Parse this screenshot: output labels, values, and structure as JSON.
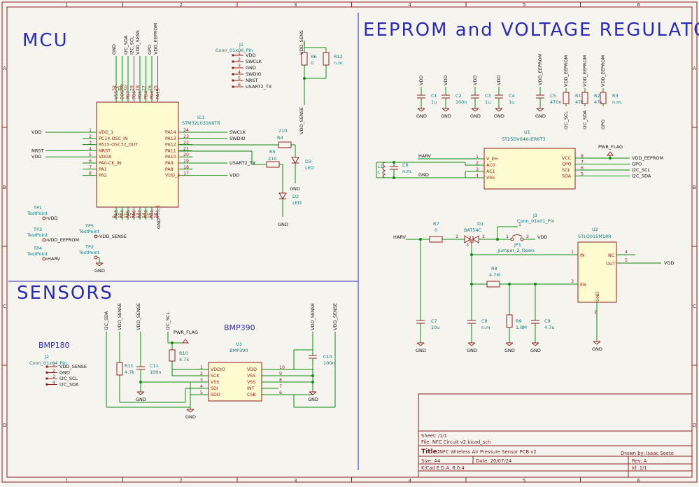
{
  "grid": {
    "columns": [
      "1",
      "2",
      "3",
      "4",
      "5",
      "6"
    ],
    "rows": [
      "A",
      "B",
      "C",
      "D"
    ]
  },
  "sections": {
    "mcu": "MCU",
    "eeprom": "EEPROM and VOLTAGE REGULATOR",
    "sensors": "SENSORS"
  },
  "mcu": {
    "ref": "IC1",
    "value": "STM32L031K6T6",
    "top_pins": [
      {
        "num": "32",
        "name": "VSS_2",
        "net": "GND"
      },
      {
        "num": "31",
        "name": "BOOT0",
        "net": ""
      },
      {
        "num": "30",
        "name": "PB7",
        "net": "I2C_SDA"
      },
      {
        "num": "29",
        "name": "PB6",
        "net": "I2C_SCL"
      },
      {
        "num": "28",
        "name": "PB5",
        "net": "VDD_SENS"
      },
      {
        "num": "27",
        "name": "PB4",
        "net": ""
      },
      {
        "num": "26",
        "name": "PB3",
        "net": "GPO"
      },
      {
        "num": "25",
        "name": "PA15",
        "net": "VDD_EEPROM"
      }
    ],
    "left_pins": [
      {
        "num": "1",
        "name": "VDD_1",
        "net": "VDD"
      },
      {
        "num": "2",
        "name": "PC14-OSC_IN",
        "net": ""
      },
      {
        "num": "3",
        "name": "PA15-OSC32_OUT",
        "net": ""
      },
      {
        "num": "4",
        "name": "NRST",
        "net": "NRST"
      },
      {
        "num": "5",
        "name": "VDDA",
        "net": "VDD"
      },
      {
        "num": "6",
        "name": "PA0-CK_IN",
        "net": ""
      },
      {
        "num": "7",
        "name": "PA1",
        "net": ""
      },
      {
        "num": "8",
        "name": "PA2",
        "net": ""
      }
    ],
    "right_pins": [
      {
        "num": "24",
        "name": "PA14",
        "net": "SWCLK"
      },
      {
        "num": "23",
        "name": "PA13",
        "net": "SWDIO"
      },
      {
        "num": "22",
        "name": "PA12",
        "net": ""
      },
      {
        "num": "21",
        "name": "PA11",
        "net": ""
      },
      {
        "num": "20",
        "name": "PA10",
        "net": ""
      },
      {
        "num": "19",
        "name": "PA9",
        "net": "USART2_TX"
      },
      {
        "num": "18",
        "name": "PA8",
        "net": ""
      },
      {
        "num": "17",
        "name": "VDD_2",
        "net": "VDD"
      }
    ],
    "bottom_pins": [
      {
        "num": "9",
        "name": "PA3"
      },
      {
        "num": "10",
        "name": "PA4"
      },
      {
        "num": "11",
        "name": "PA5"
      },
      {
        "num": "12",
        "name": "PA6"
      },
      {
        "num": "13",
        "name": "PA7"
      },
      {
        "num": "14",
        "name": "PB0"
      },
      {
        "num": "15",
        "name": "PB1"
      },
      {
        "num": "16",
        "name": "VSS_1"
      }
    ],
    "bottom_net": "GND"
  },
  "j1": {
    "ref": "J1",
    "value": "Conn_01x06_Pin",
    "pins": [
      {
        "num": "1",
        "net": "VDD"
      },
      {
        "num": "2",
        "net": "SWCLK"
      },
      {
        "num": "3",
        "net": "GND"
      },
      {
        "num": "4",
        "net": "SWDIO"
      },
      {
        "num": "5",
        "net": "NRST"
      },
      {
        "num": "6",
        "net": "USART2_TX"
      }
    ]
  },
  "vddsens_bridge": {
    "net_top": "VDD_SENS",
    "net_bottom": "VDD_SENSE",
    "r6": {
      "ref": "R6",
      "value": "0"
    },
    "r12": {
      "ref": "R12",
      "value": "n.m."
    }
  },
  "leds": {
    "r4": {
      "ref": "R4",
      "value": "210"
    },
    "r5": {
      "ref": "R5",
      "value": "210"
    },
    "d3": {
      "ref": "D3",
      "value": "LED"
    },
    "d2": {
      "ref": "D2",
      "value": "LED"
    },
    "gnd": "GND"
  },
  "testpoints": [
    {
      "ref": "TP1",
      "value": "TestPoint",
      "net": "VDD"
    },
    {
      "ref": "TP3",
      "value": "TestPoint",
      "net": "VDD_EEPROM"
    },
    {
      "ref": "TP4",
      "value": "TestPoint",
      "net": "HARV"
    },
    {
      "ref": "TP5",
      "value": "TestPoint",
      "net": "VDD_SENSE"
    },
    {
      "ref": "TP2",
      "value": "TestPoint",
      "net": "GND"
    }
  ],
  "decoupling": [
    {
      "net": "VDD",
      "ref": "C1",
      "value": "1u"
    },
    {
      "net": "VDD",
      "ref": "C2",
      "value": "100n"
    },
    {
      "net": "VDD",
      "ref": "C3",
      "value": "1u"
    },
    {
      "net": "VDD",
      "ref": "C4",
      "value": "1u"
    },
    {
      "net": "VDD_EEPROM",
      "ref": "C5",
      "value": "470n"
    }
  ],
  "pullups": [
    {
      "net": "VDD_EEPROM",
      "ref": "R1",
      "value": "47k",
      "bottom": "I2C_SCL"
    },
    {
      "net": "VDD_EEPROM",
      "ref": "R2",
      "value": "47k",
      "bottom": "I2C_SDA"
    },
    {
      "net": "VDD_EEPROM",
      "ref": "R3",
      "value": "n.m.",
      "bottom": "GPO"
    }
  ],
  "gnd": "GND",
  "u1": {
    "ref": "U1",
    "value": "ST25DV64K-IER6T3",
    "left": [
      {
        "num": "1",
        "name": "V_EH",
        "net": "HARV"
      },
      {
        "num": "2",
        "name": "AC0",
        "net": ""
      },
      {
        "num": "3",
        "name": "AC1",
        "net": ""
      },
      {
        "num": "4",
        "name": "VSS",
        "net": "GND"
      }
    ],
    "right": [
      {
        "num": "8",
        "name": "VCC",
        "net": "VDD_EEPROM"
      },
      {
        "num": "7",
        "name": "GPO",
        "net": "GPO"
      },
      {
        "num": "6",
        "name": "SCL",
        "net": "I2C_SCL"
      },
      {
        "num": "5",
        "name": "SDA",
        "net": "I2C_SDA"
      }
    ],
    "l1": {
      "ref": "L1",
      "value": "L"
    },
    "c6": {
      "ref": "C6",
      "value": "n.m."
    },
    "pwr_flag": "PWR_FLAG"
  },
  "regulator": {
    "harv": "HARV",
    "r7": {
      "ref": "R7",
      "value": "0"
    },
    "d1": {
      "ref": "D1",
      "value": "BAT54C",
      "pins": [
        "1",
        "3",
        "2"
      ]
    },
    "j3": {
      "ref": "J3",
      "value": "Conn_01x01_Pin",
      "pin": "1"
    },
    "jp1": {
      "ref": "JP1",
      "value": "Jumper_2_Open",
      "pins": [
        "1",
        "2"
      ]
    },
    "vdd": "VDD",
    "r8": {
      "ref": "R8",
      "value": "4.7M"
    },
    "r9": {
      "ref": "R9",
      "value": "1.8M"
    },
    "c7": {
      "ref": "C7",
      "value": "10u"
    },
    "c8": {
      "ref": "C8",
      "value": "n.m"
    },
    "c9": {
      "ref": "C9",
      "value": "4.7u"
    },
    "u2": {
      "ref": "U2",
      "value": "STLQ015M18R",
      "pins": [
        {
          "num": "1",
          "name": "IN"
        },
        {
          "num": "3",
          "name": "EN"
        },
        {
          "num": "4",
          "name": "NC"
        },
        {
          "num": "5",
          "name": "OUT"
        },
        {
          "num": "2",
          "name": "GND"
        }
      ]
    },
    "out_net": "VDD"
  },
  "bmp180": {
    "title": "BMP180",
    "ref": "J2",
    "value": "Conn_01x04_Pin",
    "pins": [
      {
        "num": "1",
        "net": "VDD_SENSE"
      },
      {
        "num": "2",
        "net": "GND"
      },
      {
        "num": "3",
        "net": "I2C_SCL"
      },
      {
        "num": "4",
        "net": "I2C_SDA"
      }
    ]
  },
  "bmp390": {
    "title": "BMP390",
    "ref": "U3",
    "value": "BMP390",
    "left": [
      {
        "num": "1",
        "name": "VDDIO"
      },
      {
        "num": "2",
        "name": "SCK"
      },
      {
        "num": "3",
        "name": "VSS"
      },
      {
        "num": "4",
        "name": "SDI"
      },
      {
        "num": "5",
        "name": "SDO"
      }
    ],
    "right": [
      {
        "num": "10",
        "name": "VDD"
      },
      {
        "num": "9",
        "name": "VSS"
      },
      {
        "num": "8",
        "name": "VSS"
      },
      {
        "num": "7",
        "name": "INT"
      },
      {
        "num": "6",
        "name": "CSB"
      }
    ],
    "nets_top": [
      "I2C_SDA",
      "VDD_SENSE",
      "I2C_SCL",
      "VDD_SENSE",
      "VDD_SENSE"
    ],
    "r11": {
      "ref": "R11",
      "value": "4.7k"
    },
    "c11": {
      "ref": "C11",
      "value": "100n"
    },
    "r10": {
      "ref": "R10",
      "value": "4.7k"
    },
    "c10": {
      "ref": "C10",
      "value": "100n"
    },
    "pwr_flag": "PWR_FLAG",
    "gnd": "GND"
  },
  "title_block": {
    "sheet": "Sheet: /",
    "sheet_page": "1/1",
    "file": "File: NFC Circuit v2.kicad_sch",
    "title_label": "Title:",
    "title": "NFC Wireless Air Pressure Sensor PCB v2",
    "drawn_by": "Drawn by: Isaac Seeto",
    "size": "Size: A4",
    "date": "Date: 20/07/24",
    "rev": "Rev: A",
    "tool": "KiCad E.D.A. 8.0.4",
    "id": "Id: 1/1"
  }
}
